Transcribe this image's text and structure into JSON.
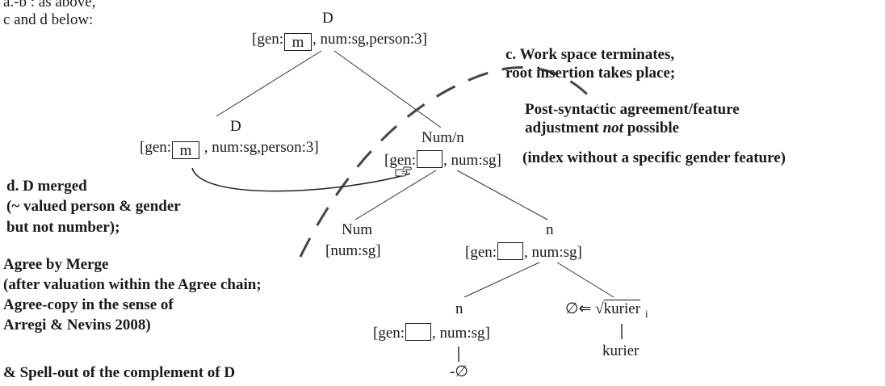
{
  "intro": {
    "line1": "a.-b : as above,",
    "line2": "c and d below:"
  },
  "nodes": {
    "d_top": {
      "label": "D",
      "feat_pre": "[gen:",
      "gen_value": "m",
      "feat_post": ", num:sg,person:3]"
    },
    "d_mid": {
      "label": "D",
      "feat_pre": "[gen:",
      "gen_value": "m",
      "feat_post": " , num:sg,person:3]"
    },
    "num_n": {
      "label": "Num/n",
      "feat_pre": "[gen:",
      "gen_value": "",
      "feat_post": ", num:sg]"
    },
    "num": {
      "label": "Num",
      "feat": "[num:sg]"
    },
    "n_mid": {
      "label": "n",
      "feat_pre": "[gen:",
      "gen_value": "",
      "feat_post": ", num:sg]"
    },
    "n_low": {
      "label": "n",
      "feat_pre": "[gen:",
      "gen_value": "",
      "feat_post": ", num:sg]"
    },
    "root": {
      "prefix": "∅⇐",
      "radical": "√",
      "value": "kurier",
      "index": "i"
    },
    "exponent_n": "-∅",
    "exponent_root": "kurier"
  },
  "notes": {
    "c": [
      "c. Work space terminates,",
      "root insertion takes place;"
    ],
    "post": {
      "line1": "Post-syntactic agreement/feature",
      "line2_pre": "adjustment ",
      "line2_em": "not",
      "line2_post": " possible",
      "line3": "(index without a specific gender feature)"
    },
    "d": [
      "d. D merged",
      "(~ valued person & gender",
      "but not number);"
    ],
    "agree": [
      "Agree by Merge",
      "(after valuation within the Agree chain;",
      "Agree-copy in the sense of",
      "Arregi & Nevins 2008)"
    ],
    "spellout": "& Spell-out of the complement of D"
  },
  "icons": {
    "pointer": "pointing-hand-icon"
  }
}
